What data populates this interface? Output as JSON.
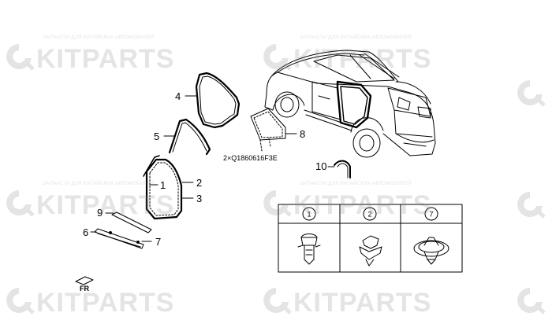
{
  "watermark": {
    "brand": "KITPARTS",
    "tagline": "ЗАПЧАСТИ ДЛЯ КИТАЙСКИХ АВТОМОБИЛЕЙ",
    "logo_icon": "gear-q-logo-icon"
  },
  "callouts": {
    "c1": "1",
    "c2": "2",
    "c3": "3",
    "c4": "4",
    "c5": "5",
    "c6": "6",
    "c7": "7",
    "c8": "8",
    "c9": "9",
    "c10": "10"
  },
  "fastener_note": "2×Q1860616F3E",
  "orientation_label": "FR",
  "legend": {
    "headers": [
      "1",
      "2",
      "7"
    ],
    "icons": [
      "push-clip-icon",
      "retainer-clip-icon",
      "round-grommet-icon"
    ]
  }
}
